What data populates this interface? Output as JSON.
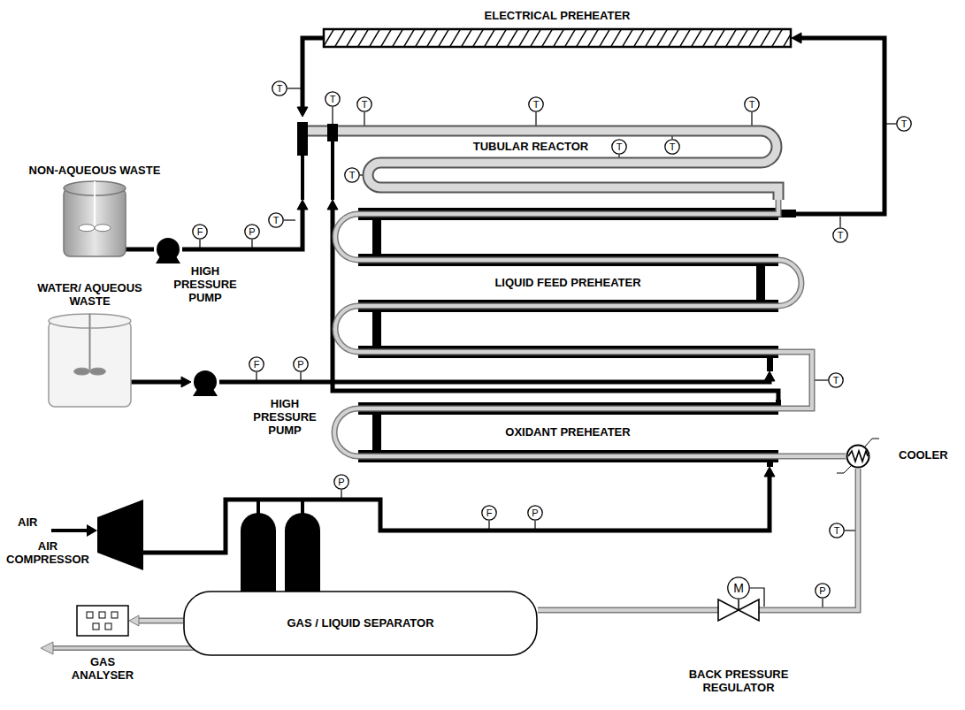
{
  "diagram": {
    "nodes": [
      {
        "text": [
          "ELECTRICAL PREHEATER"
        ]
      },
      {
        "text": [
          "TUBULAR REACTOR"
        ]
      },
      {
        "text": [
          "NON-AQUEOUS WASTE"
        ]
      },
      {
        "text": [
          "HIGH PRESSURE PUMP"
        ]
      },
      {
        "text": [
          "WATER/ AQUEOUS WASTE"
        ]
      },
      {
        "text": [
          "HIGH PRESSURE PUMP"
        ]
      },
      {
        "text": [
          "LIQUID FEED PREHEATER"
        ]
      },
      {
        "text": [
          "OXIDANT PREHEATER"
        ]
      },
      {
        "text": [
          "COOLER"
        ]
      },
      {
        "text": [
          "AIR COMPRESSOR"
        ]
      },
      {
        "text": [
          "GAS / LIQUID SEPARATOR"
        ]
      },
      {
        "text": [
          "GAS ANALYSER"
        ]
      },
      {
        "text": [
          "BACK PRESSURE REGULATOR"
        ]
      },
      {
        "text": [
          "M"
        ],
        "in": 12
      },
      {
        "text": [
          "T"
        ]
      },
      {
        "text": [
          "T"
        ]
      },
      {
        "text": [
          "T"
        ]
      },
      {
        "text": [
          "T"
        ]
      },
      {
        "text": [
          "T"
        ]
      },
      {
        "text": [
          "T"
        ]
      },
      {
        "text": [
          "T"
        ]
      },
      {
        "text": [
          "T"
        ]
      },
      {
        "text": [
          "T"
        ]
      },
      {
        "text": [
          "T"
        ]
      },
      {
        "text": [
          "T"
        ]
      },
      {
        "text": [
          "T"
        ]
      },
      {
        "text": [
          "T"
        ]
      },
      {
        "text": [
          "F"
        ]
      },
      {
        "text": [
          "P"
        ]
      },
      {
        "text": [
          "F"
        ]
      },
      {
        "text": [
          "P"
        ]
      },
      {
        "text": [
          "P"
        ]
      },
      {
        "text": [
          "F"
        ]
      },
      {
        "text": [
          "P"
        ]
      },
      {
        "text": [
          "P"
        ]
      }
    ],
    "edges": [
      {
        "from": 2,
        "to": 3,
        "arrow": "none"
      },
      {
        "from": 3,
        "to": 1,
        "arrow": "to"
      },
      {
        "from": 4,
        "to": 5,
        "arrow": "to"
      },
      {
        "from": 5,
        "to": 6,
        "arrow": "to"
      },
      {
        "from": 6,
        "to": 0,
        "arrow": "to"
      },
      {
        "from": 0,
        "to": 1,
        "arrow": "to"
      },
      {
        "from": 1,
        "to": 6,
        "arrow": "none"
      },
      {
        "from": 6,
        "to": 7,
        "arrow": "none"
      },
      {
        "from": 7,
        "to": 8,
        "arrow": "none"
      },
      {
        "from": 8,
        "to": 12,
        "arrow": "none"
      },
      {
        "from": 12,
        "to": 10,
        "arrow": "none"
      },
      {
        "from": 10,
        "to": 11,
        "arrow": "to"
      },
      {
        "from": 9,
        "to": 7,
        "arrow": "to"
      },
      {
        "from": 7,
        "to": 1,
        "arrow": "to"
      }
    ],
    "labels": [
      "AIR"
    ]
  }
}
